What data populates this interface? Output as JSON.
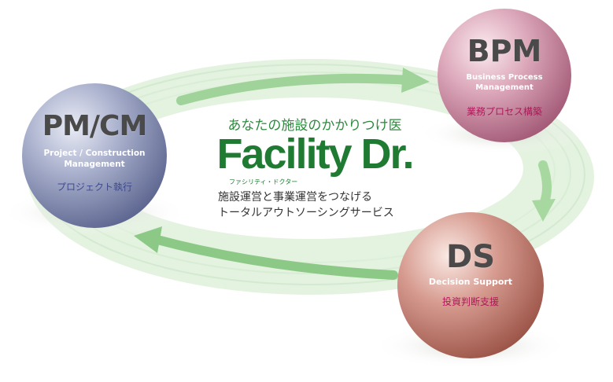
{
  "center": {
    "tagline": "あなたの施設のかかりつけ医",
    "brand": "Facility Dr.",
    "brand_kana": "ファシリティ・ドクター",
    "description_line1": "施設運営と事業運営をつなげる",
    "description_line2": "トータルアウトソーシングサービス"
  },
  "spheres": {
    "pmcm": {
      "abbr": "PM/CM",
      "english": "Project / Construction\nManagement",
      "japanese": "プロジェクト執行"
    },
    "bpm": {
      "abbr": "BPM",
      "english": "Business Process\nManagement",
      "japanese": "業務プロセス構築"
    },
    "ds": {
      "abbr": "DS",
      "english": "Decision Support",
      "japanese": "投資判断支援"
    }
  },
  "colors": {
    "brand_green": "#1f7a32",
    "ring_green": "#cfe8c9",
    "pmcm_sphere": "#8e97b8",
    "bpm_sphere": "#cf97ad",
    "ds_sphere": "#c98a80"
  }
}
